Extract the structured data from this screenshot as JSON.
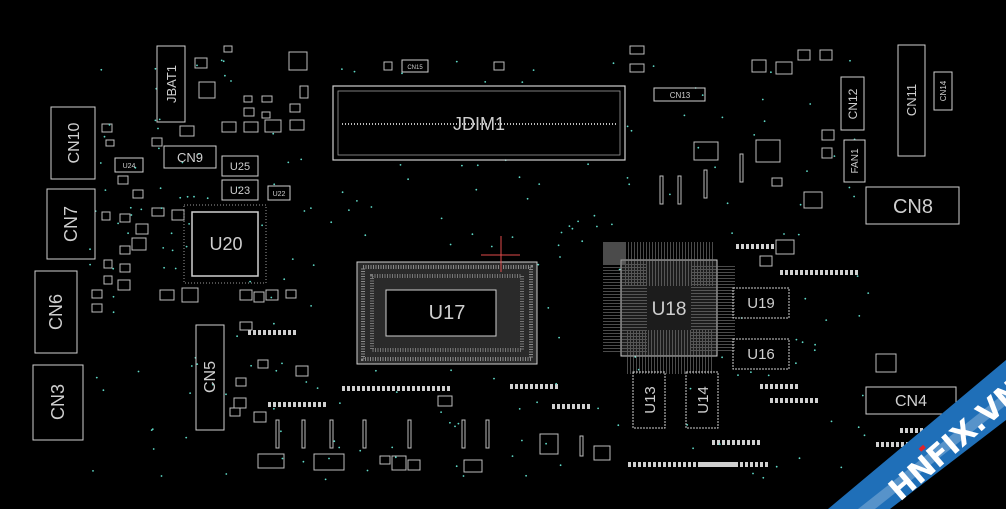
{
  "labels": {
    "JBAT1": "JBAT1",
    "CN10": "CN10",
    "CN9": "CN9",
    "U24": "U24",
    "U25": "U25",
    "U23": "U23",
    "U22": "U22",
    "CN7": "CN7",
    "U20": "U20",
    "CN6": "CN6",
    "CN5": "CN5",
    "CN3": "CN3",
    "CN15": "CN15",
    "JDIM1": "JDIM1",
    "CN13": "CN13",
    "U17": "U17",
    "U18": "U18",
    "U13": "U13",
    "U14": "U14",
    "U19": "U19",
    "U16": "U16",
    "CN12": "CN12",
    "CN11": "CN11",
    "CN14": "CN14",
    "FAN1": "FAN1",
    "CN8": "CN8",
    "CN4": "CN4"
  },
  "watermark": {
    "text": "HNFIX.VN",
    "accent": "#e0222a",
    "band": "#1f6fb8"
  },
  "colors": {
    "background": "#000000",
    "outline": "#cfcfcf",
    "pad": "#d8d8d8",
    "via": "#5fd9c7",
    "cursor": "#e04a4a"
  }
}
